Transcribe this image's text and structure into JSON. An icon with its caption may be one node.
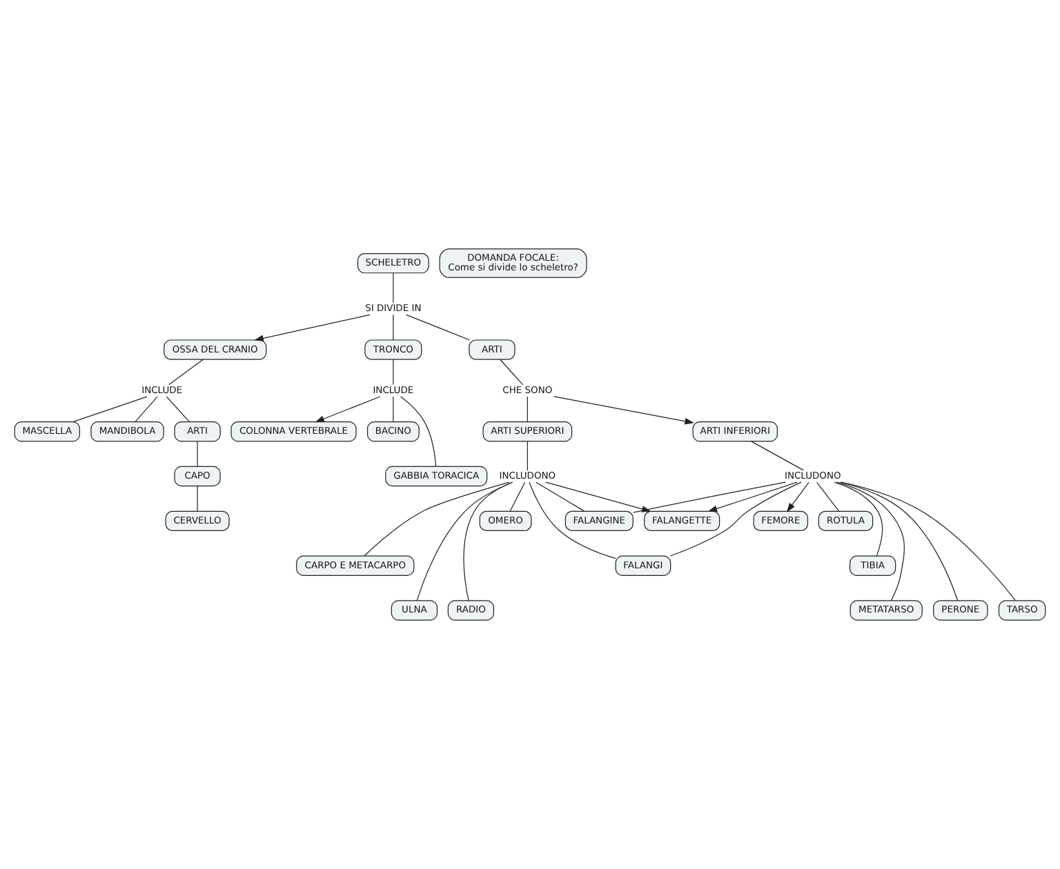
{
  "diagram": {
    "nodes": [
      {
        "text": [
          "SCHELETRO"
        ]
      },
      {
        "text": [
          "DOMANDA FOCALE:",
          "Come si divide lo scheletro?"
        ]
      },
      {
        "text": [
          "SI DIVIDE IN"
        ]
      },
      {
        "text": [
          "OSSA DEL CRANIO"
        ]
      },
      {
        "text": [
          "TRONCO"
        ]
      },
      {
        "text": [
          "ARTI"
        ]
      },
      {
        "text": [
          "INCLUDE"
        ]
      },
      {
        "text": [
          "INCLUDE"
        ]
      },
      {
        "text": [
          "COLONNA VERTEBRALE"
        ]
      },
      {
        "text": [
          "CHE SONO"
        ]
      },
      {
        "text": [
          "BACINO"
        ]
      },
      {
        "text": [
          "MASCELLA"
        ]
      },
      {
        "text": [
          "MANDIBOLA"
        ]
      },
      {
        "text": [
          "ARTI"
        ]
      },
      {
        "text": [
          "GABBIA TORACICA"
        ]
      },
      {
        "text": [
          "ARTI INFERIORI"
        ]
      },
      {
        "text": [
          "CAPO"
        ]
      },
      {
        "text": [
          "ARTI SUPERIORI"
        ]
      },
      {
        "text": [
          "FALANGETTE"
        ]
      },
      {
        "text": [
          "INCLUDONO"
        ]
      },
      {
        "text": [
          "CERVELLO"
        ]
      },
      {
        "text": [
          "FEMORE"
        ]
      },
      {
        "text": [
          "INCLUDONO"
        ]
      },
      {
        "text": [
          "FALANGINE"
        ]
      },
      {
        "text": [
          "ROTULA"
        ]
      },
      {
        "text": [
          "OMERO"
        ]
      },
      {
        "text": [
          "FALANGI"
        ]
      },
      {
        "text": [
          "TIBIA"
        ]
      },
      {
        "text": [
          "CARPO E METACARPO"
        ]
      },
      {
        "text": [
          "ULNA"
        ]
      },
      {
        "text": [
          "RADIO"
        ]
      },
      {
        "text": [
          "METATARSO"
        ]
      },
      {
        "text": [
          "PERONE"
        ]
      },
      {
        "text": [
          "TARSO"
        ]
      }
    ],
    "edges": [
      {
        "from": 0,
        "to": 2,
        "arrow": "none"
      },
      {
        "from": 2,
        "to": 3,
        "arrow": "to"
      },
      {
        "from": 2,
        "to": 5,
        "arrow": "none"
      },
      {
        "from": 2,
        "to": 4,
        "arrow": "none"
      },
      {
        "from": 3,
        "to": 6,
        "arrow": "none"
      },
      {
        "from": 6,
        "to": 11,
        "arrow": "none"
      },
      {
        "from": 6,
        "to": 12,
        "arrow": "none"
      },
      {
        "from": 6,
        "to": 13,
        "arrow": "none"
      },
      {
        "from": 13,
        "to": 16,
        "arrow": "none"
      },
      {
        "from": 16,
        "to": 20,
        "arrow": "none"
      },
      {
        "from": 4,
        "to": 7,
        "arrow": "none"
      },
      {
        "from": 7,
        "to": 10,
        "arrow": "none"
      },
      {
        "from": 7,
        "to": 8,
        "arrow": "to"
      },
      {
        "from": 7,
        "to": 14,
        "arrow": "none"
      },
      {
        "from": 5,
        "to": 9,
        "arrow": "none"
      },
      {
        "from": 9,
        "to": 17,
        "arrow": "none"
      },
      {
        "from": 9,
        "to": 15,
        "arrow": "to"
      },
      {
        "from": 17,
        "to": 22,
        "arrow": "none"
      },
      {
        "from": 22,
        "to": 18,
        "arrow": "to"
      },
      {
        "from": 22,
        "to": 23,
        "arrow": "none"
      },
      {
        "from": 22,
        "to": 25,
        "arrow": "none"
      },
      {
        "from": 22,
        "to": 26,
        "arrow": "none"
      },
      {
        "from": 22,
        "to": 28,
        "arrow": "none"
      },
      {
        "from": 22,
        "to": 29,
        "arrow": "none"
      },
      {
        "from": 22,
        "to": 30,
        "arrow": "none"
      },
      {
        "from": 15,
        "to": 19,
        "arrow": "none"
      },
      {
        "from": 19,
        "to": 18,
        "arrow": "to"
      },
      {
        "from": 19,
        "to": 21,
        "arrow": "to"
      },
      {
        "from": 19,
        "to": 23,
        "arrow": "none"
      },
      {
        "from": 19,
        "to": 24,
        "arrow": "none"
      },
      {
        "from": 19,
        "to": 26,
        "arrow": "none"
      },
      {
        "from": 19,
        "to": 27,
        "arrow": "none"
      },
      {
        "from": 19,
        "to": 31,
        "arrow": "none"
      },
      {
        "from": 19,
        "to": 32,
        "arrow": "none"
      },
      {
        "from": 19,
        "to": 33,
        "arrow": "none"
      }
    ]
  }
}
